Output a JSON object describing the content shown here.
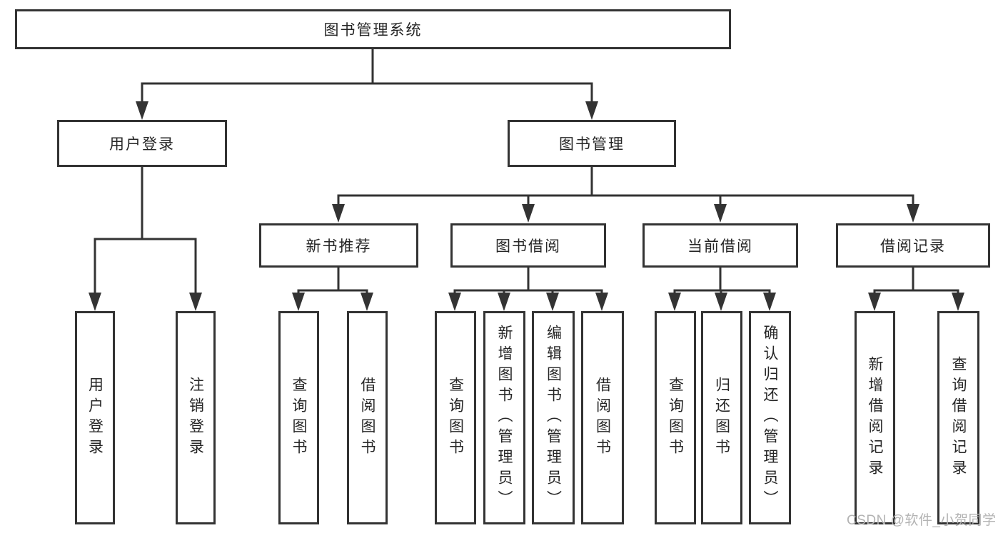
{
  "diagram_title": "图书管理系统",
  "watermark": "CSDN @软件_小贺同学",
  "colors": {
    "line": "#333333",
    "box_border": "#333333",
    "text": "#262626",
    "watermark_text": "#b3b3b3",
    "background": "#ffffff"
  },
  "tree": {
    "label": "图书管理系统",
    "children": [
      {
        "label": "用户登录",
        "children": [
          {
            "label": "用户登录"
          },
          {
            "label": "注销登录"
          }
        ]
      },
      {
        "label": "图书管理",
        "children": [
          {
            "label": "新书推荐",
            "children": [
              {
                "label": "查询图书"
              },
              {
                "label": "借阅图书"
              }
            ]
          },
          {
            "label": "图书借阅",
            "children": [
              {
                "label": "查询图书"
              },
              {
                "label": "新增图书（管理员）"
              },
              {
                "label": "编辑图书（管理员）"
              },
              {
                "label": "借阅图书"
              }
            ]
          },
          {
            "label": "当前借阅",
            "children": [
              {
                "label": "查询图书"
              },
              {
                "label": "归还图书"
              },
              {
                "label": "确认归还（管理员）"
              }
            ]
          },
          {
            "label": "借阅记录",
            "children": [
              {
                "label": "新增借阅记录"
              },
              {
                "label": "查询借阅记录"
              }
            ]
          }
        ]
      }
    ]
  }
}
